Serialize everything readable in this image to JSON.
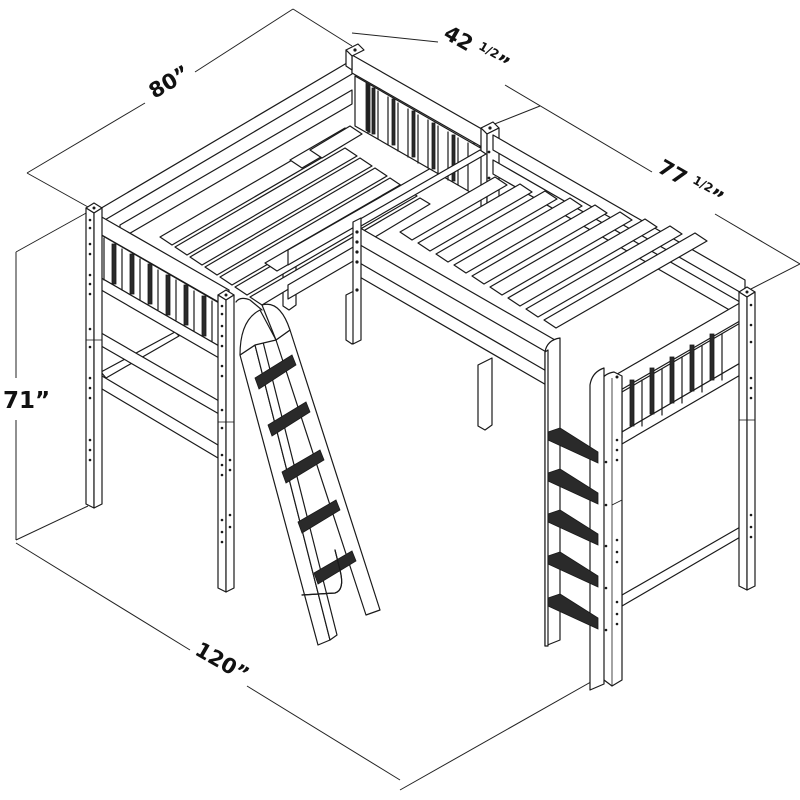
{
  "diagram": {
    "title": "L-Shaped Corner Loft Bed with Ladders",
    "type": "isometric product dimension drawing",
    "colors": {
      "line": "#1a1a1a",
      "background": "#ffffff"
    },
    "dimensions": {
      "left_depth": {
        "value": "80”",
        "label": "80”",
        "inches": 80
      },
      "top_width": {
        "value": "42½”",
        "whole": "42",
        "fraction": "1/2",
        "quote": "”",
        "inches": 42.5
      },
      "right_length": {
        "value": "77½”",
        "whole": "77",
        "fraction": "1/2",
        "quote": "”",
        "inches": 77.5
      },
      "height": {
        "value": "71”",
        "label": "71”",
        "inches": 71
      },
      "overall_length": {
        "value": "120”",
        "label": "120”",
        "inches": 120
      }
    },
    "components": {
      "beds": [
        "upper-left bed",
        "right bed"
      ],
      "ladders": [
        {
          "name": "angled ladder",
          "steps": 5,
          "has_grab_handle": true
        },
        {
          "name": "vertical ladder",
          "steps": 5,
          "has_grab_handle": false
        }
      ],
      "headboards": 3
    }
  }
}
